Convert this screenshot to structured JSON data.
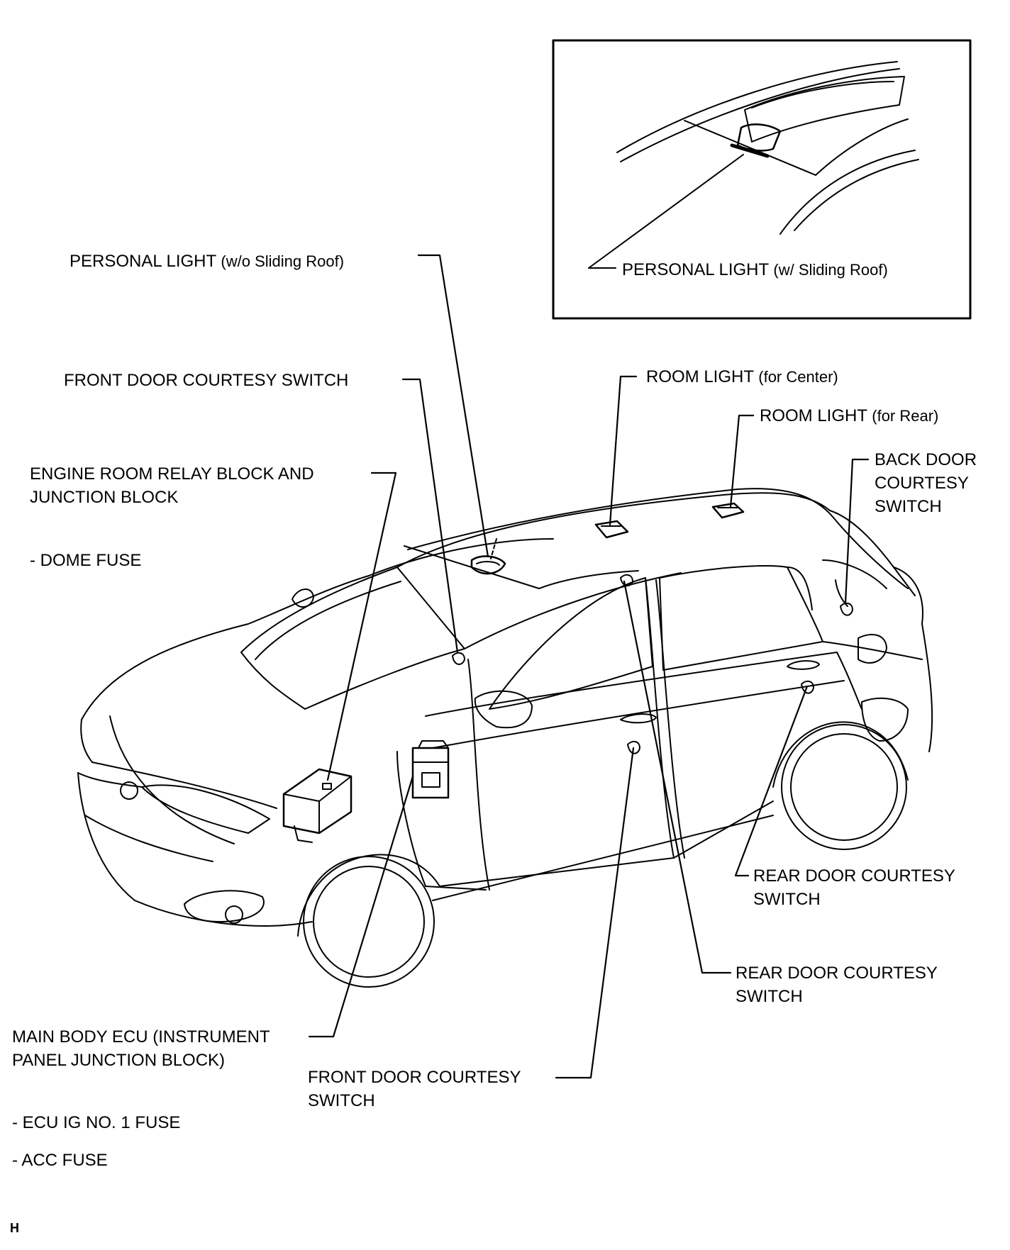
{
  "labels": {
    "personal_light_wo": {
      "main": "PERSONAL LIGHT",
      "qual": "(w/o Sliding Roof)"
    },
    "personal_light_w": {
      "main": "PERSONAL LIGHT",
      "qual": "(w/ Sliding Roof)"
    },
    "front_door_courtesy_upper": "FRONT DOOR COURTESY SWITCH",
    "engine_room_relay": {
      "line1": "ENGINE ROOM RELAY BLOCK AND",
      "line2": "JUNCTION BLOCK",
      "fuse": "- DOME FUSE"
    },
    "room_light_center": {
      "main": "ROOM LIGHT",
      "qual": "(for Center)"
    },
    "room_light_rear": {
      "main": "ROOM LIGHT",
      "qual": "(for Rear)"
    },
    "back_door_courtesy": {
      "line1": "BACK DOOR",
      "line2": "COURTESY",
      "line3": "SWITCH"
    },
    "rear_door_courtesy_a": {
      "line1": "REAR DOOR COURTESY",
      "line2": "SWITCH"
    },
    "rear_door_courtesy_b": {
      "line1": "REAR DOOR COURTESY",
      "line2": "SWITCH"
    },
    "main_body_ecu": {
      "line1": "MAIN BODY ECU (INSTRUMENT",
      "line2": "PANEL JUNCTION BLOCK)",
      "fuse1": "- ECU IG NO. 1 FUSE",
      "fuse2": "- ACC FUSE"
    },
    "front_door_courtesy_lower": {
      "line1": "FRONT DOOR COURTESY",
      "line2": "SWITCH"
    }
  },
  "corner_mark": "H"
}
